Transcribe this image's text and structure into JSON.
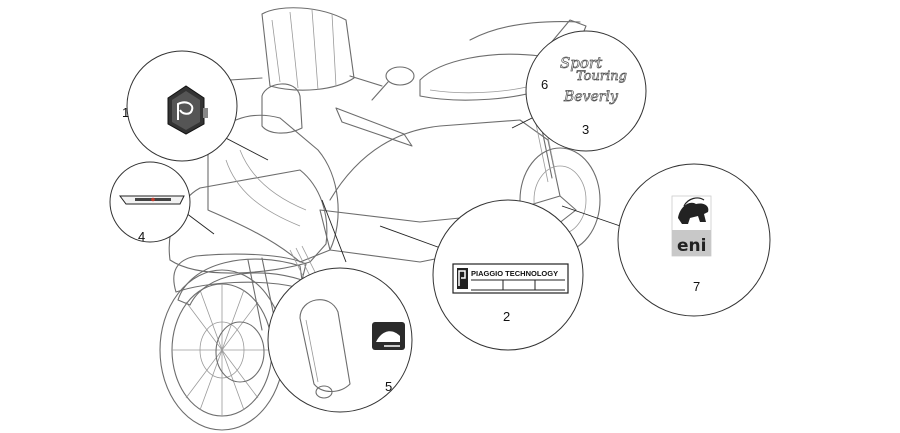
{
  "callouts": {
    "c1": "1",
    "c2": "2",
    "c3": "3",
    "c4": "4",
    "c5": "5",
    "c6": "6",
    "c7": "7"
  },
  "decals": {
    "technology_plate_text": "PIAGGIO TECHNOLOGY",
    "sport_line1": "Sport",
    "sport_line2": "Touring",
    "beverly": "Beverly",
    "eni": "eni"
  },
  "colors": {
    "line": "#6d6d6d",
    "circle": "#333333",
    "eni_grey": "#c8c8c8",
    "logo_dark": "#222222"
  }
}
